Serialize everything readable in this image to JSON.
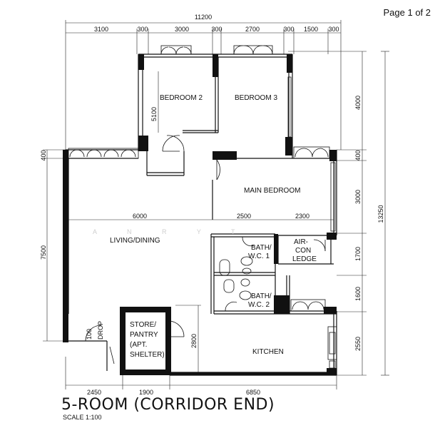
{
  "page": {
    "indicator": "Page 1 of 2"
  },
  "title": {
    "main": "5-ROOM (CORRIDOR END)",
    "scale": "SCALE 1:100"
  },
  "watermark": "A N R Y T",
  "rooms": {
    "bedroom2": "BEDROOM 2",
    "bedroom3": "BEDROOM 3",
    "main_bedroom": "MAIN BEDROOM",
    "living_dining": "LIVING/DINING",
    "bath1": [
      "BATH/",
      "W.C. 1"
    ],
    "bath2": [
      "BATH/",
      "W.C. 2"
    ],
    "aircon": [
      "AIR-",
      "CON",
      "LEDGE"
    ],
    "store": [
      "STORE/",
      "PANTRY",
      "(APT.",
      "SHELTER)"
    ],
    "kitchen": "KITCHEN",
    "refuse": [
      "100",
      "DROP"
    ]
  },
  "dimensions": {
    "top_total": "11200",
    "top_segments": [
      "3100",
      "300",
      "3000",
      "300",
      "2700",
      "300",
      "1500",
      "300"
    ],
    "inner": {
      "bedroom_width": "5100",
      "living": "6000",
      "mb_a": "2500",
      "mb_b": "2300",
      "store_h": "2800"
    },
    "left": {
      "upper": "400",
      "lower": "7500"
    },
    "right_inner": [
      "4000",
      "400",
      "3000",
      "1700",
      "1600",
      "2550"
    ],
    "right_total": "13250",
    "bottom_segments": [
      "2450",
      "1900",
      "6850"
    ]
  }
}
